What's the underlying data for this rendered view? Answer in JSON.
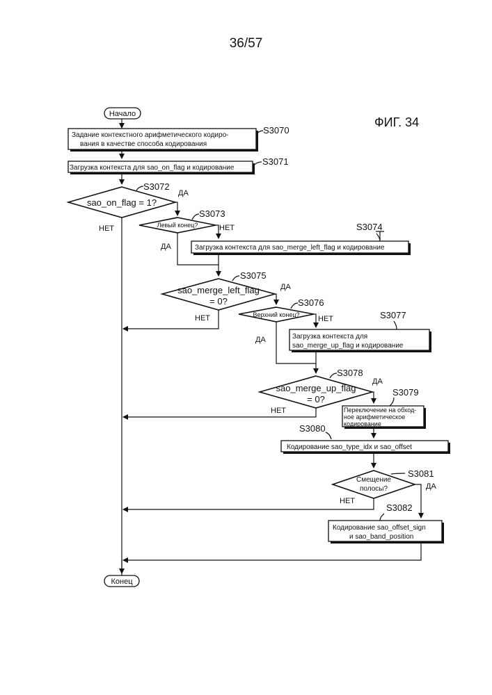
{
  "page_number": "36/57",
  "figure_label": "ФИГ. 34",
  "start_label": "Начало",
  "end_label": "Конец",
  "yes": "ДА",
  "no": "НЕТ",
  "steps": {
    "s3070": {
      "id": "S3070",
      "line1": "Задание контекстного арифметического кодиро-",
      "line2": "вания в качестве способа кодирования"
    },
    "s3071": {
      "id": "S3071",
      "text": "Загрузка контекста для sao_on_flag и кодирование"
    },
    "s3072": {
      "id": "S3072",
      "text": "sao_on_flag = 1?"
    },
    "s3073": {
      "id": "S3073",
      "text": "Левый конец?"
    },
    "s3074": {
      "id": "S3074",
      "text": "Загрузка контекста для sao_merge_left_flag и кодирование"
    },
    "s3075": {
      "id": "S3075",
      "line1": "sao_merge_left_flag",
      "line2": "= 0?"
    },
    "s3076": {
      "id": "S3076",
      "text": "Верхний конец?"
    },
    "s3077": {
      "id": "S3077",
      "line1": "Загрузка контекста для",
      "line2": "sao_merge_up_flag и кодирование"
    },
    "s3078": {
      "id": "S3078",
      "line1": "sao_merge_up_flag",
      "line2": "= 0?"
    },
    "s3079": {
      "id": "S3079",
      "line1": "Переключение на обход-",
      "line2": "ное арифметическое",
      "line3": "кодирование"
    },
    "s3080": {
      "id": "S3080",
      "text": "Кодирование sao_type_idx и sao_offset"
    },
    "s3081": {
      "id": "S3081",
      "line1": "Смещение",
      "line2": "полосы?"
    },
    "s3082": {
      "id": "S3082",
      "line1": "Кодирование sao_offset_sign",
      "line2": "и sao_band_position"
    }
  }
}
